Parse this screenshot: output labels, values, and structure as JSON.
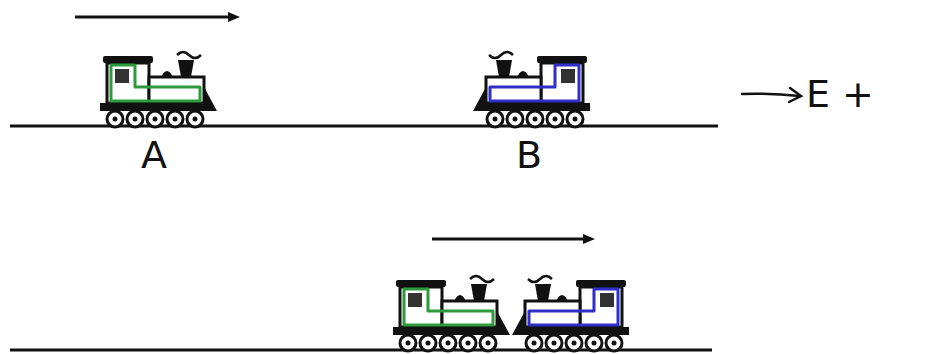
{
  "diagram": {
    "labels": [
      "A",
      "B",
      "E +"
    ]
  }
}
